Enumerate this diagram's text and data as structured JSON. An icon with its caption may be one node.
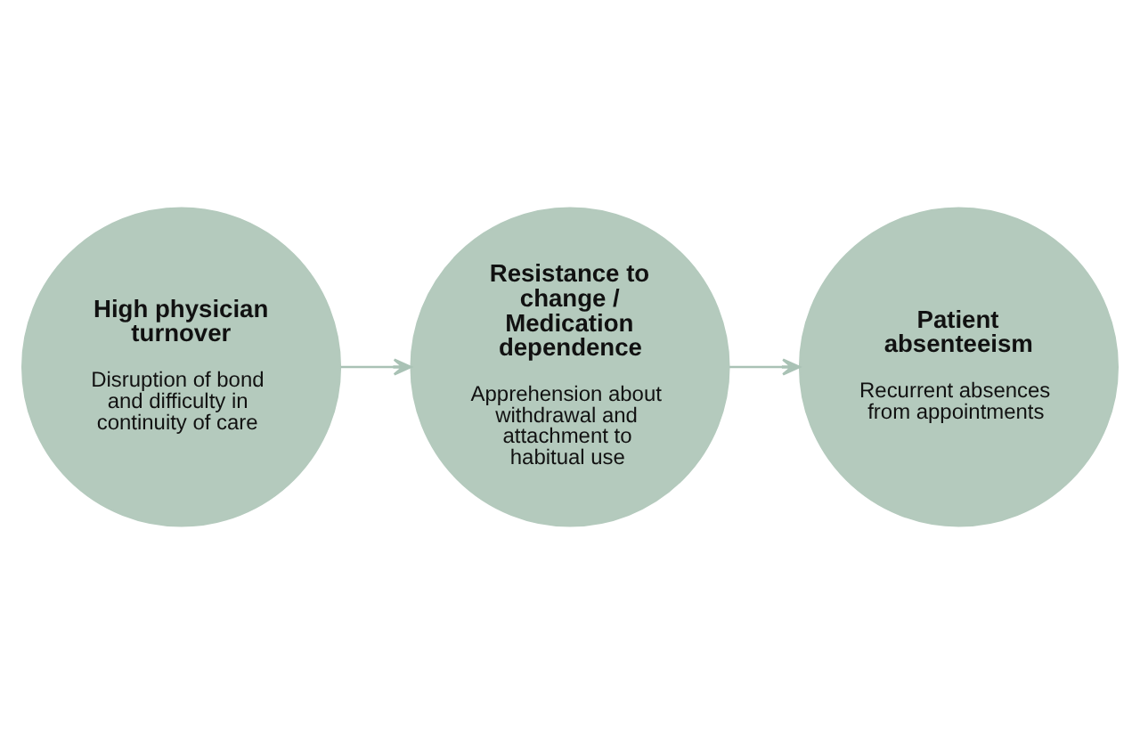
{
  "diagram": {
    "nodes": [
      {
        "text": [
          "High physician turnover",
          "Disruption of bond and difficulty in continuity of care"
        ]
      },
      {
        "text": [
          "Resistance to change / Medication dependence",
          "Apprehension about withdrawal and attachment to habitual use"
        ]
      },
      {
        "text": [
          "Patient absenteeism",
          "Recurrent absences from appointments"
        ]
      }
    ],
    "edges": [
      {
        "from": 0,
        "to": 1,
        "arrow": "to"
      },
      {
        "from": 1,
        "to": 2,
        "arrow": "to"
      }
    ]
  }
}
